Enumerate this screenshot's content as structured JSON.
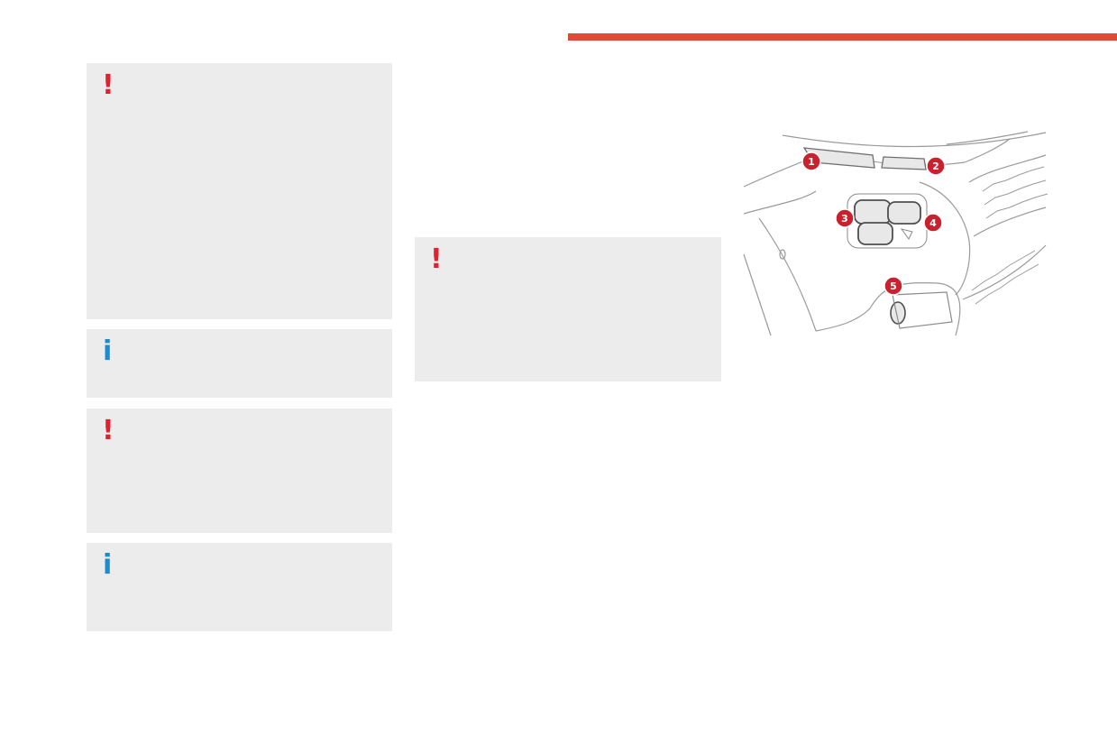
{
  "header": {
    "accent_color": "#e0483a"
  },
  "colors": {
    "warning": "#e2202f",
    "info": "#1a8ccf",
    "box_background": "#ececec",
    "callout": "#c8222e"
  },
  "left_column": {
    "notes": [
      {
        "type": "warning",
        "icon": "exclamation-icon",
        "glyph": "!"
      },
      {
        "type": "info",
        "icon": "info-icon",
        "glyph": "i"
      },
      {
        "type": "warning",
        "icon": "exclamation-icon",
        "glyph": "!"
      },
      {
        "type": "info",
        "icon": "info-icon",
        "glyph": "i"
      }
    ]
  },
  "middle_column": {
    "notes": [
      {
        "type": "warning",
        "icon": "exclamation-icon",
        "glyph": "!"
      }
    ]
  },
  "illustration": {
    "subject": "front-light-cluster",
    "callouts": [
      "1",
      "2",
      "3",
      "4",
      "5"
    ]
  }
}
